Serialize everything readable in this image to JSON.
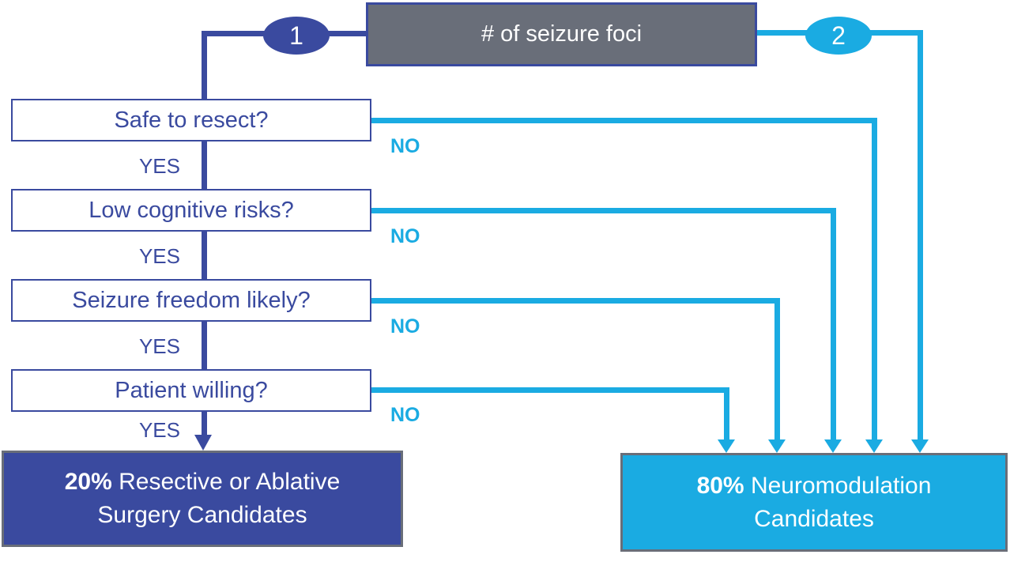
{
  "diagram": {
    "title_box": {
      "label": "# of seizure foci"
    },
    "branches": {
      "one": {
        "label": "1"
      },
      "two": {
        "label": "2"
      }
    },
    "questions": [
      {
        "label": "Safe to resect?",
        "yes": "YES",
        "no": "NO"
      },
      {
        "label": "Low cognitive risks?",
        "yes": "YES",
        "no": "NO"
      },
      {
        "label": "Seizure freedom likely?",
        "yes": "YES",
        "no": "NO"
      },
      {
        "label": "Patient willing?",
        "yes": "YES",
        "no": "NO"
      }
    ],
    "outcomes": {
      "surgery": {
        "percent": "20%",
        "line1_rest": " Resective or Ablative",
        "line2": "Surgery Candidates"
      },
      "neuromodulation": {
        "percent": "80%",
        "line1_rest": " Neuromodulation",
        "line2": "Candidates"
      }
    },
    "colors": {
      "dark_blue": "#3A4A9F",
      "cyan": "#1AABE2",
      "gray": "#696E79"
    }
  }
}
